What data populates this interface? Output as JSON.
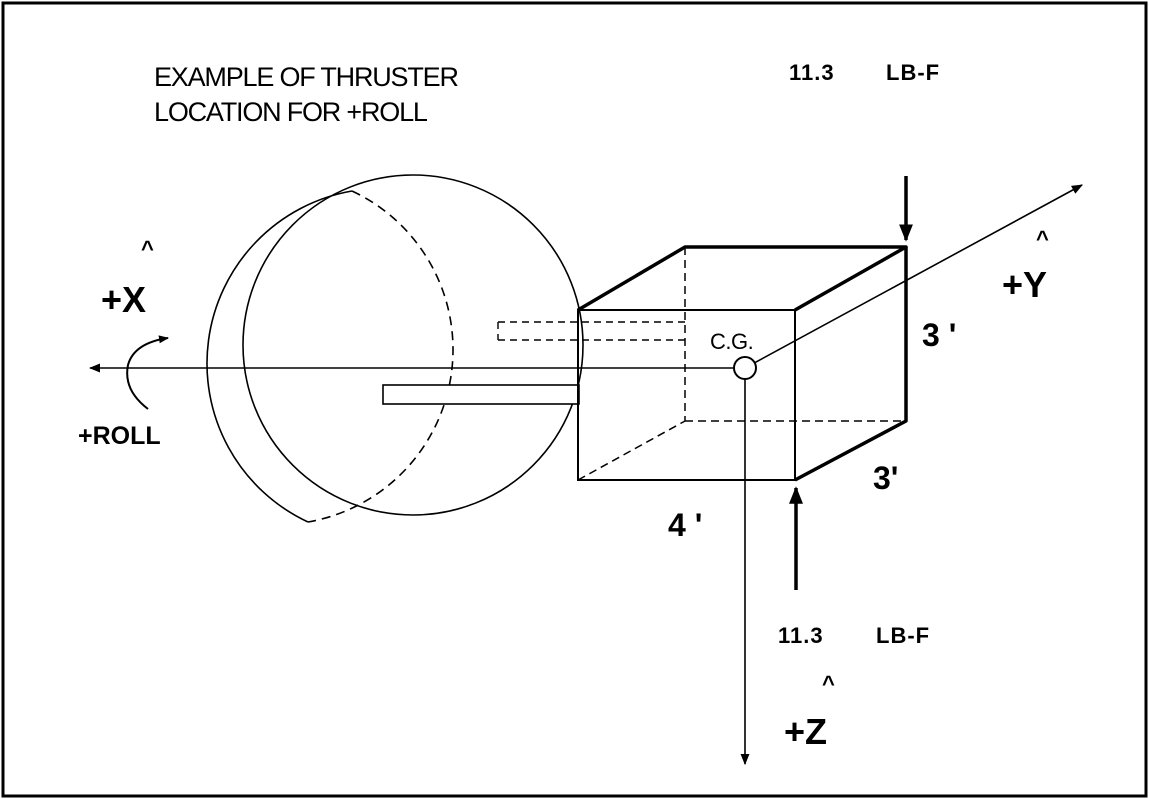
{
  "caption": {
    "line1": "EXAMPLE OF THRUSTER",
    "line2": "LOCATION FOR +ROLL"
  },
  "forces": {
    "top": {
      "value": "11.3",
      "unit": "LB-F"
    },
    "bottom": {
      "value": "11.3",
      "unit": "LB-F"
    }
  },
  "axes": {
    "x": {
      "hat": "^",
      "label": "+X"
    },
    "y": {
      "hat": "^",
      "label": "+Y"
    },
    "z": {
      "hat": "^",
      "label": "+Z"
    }
  },
  "roll_label": "+ROLL",
  "cg_label": "C.G.",
  "dimensions": {
    "height": "3 '",
    "depth": "3'",
    "length": "4 '"
  }
}
